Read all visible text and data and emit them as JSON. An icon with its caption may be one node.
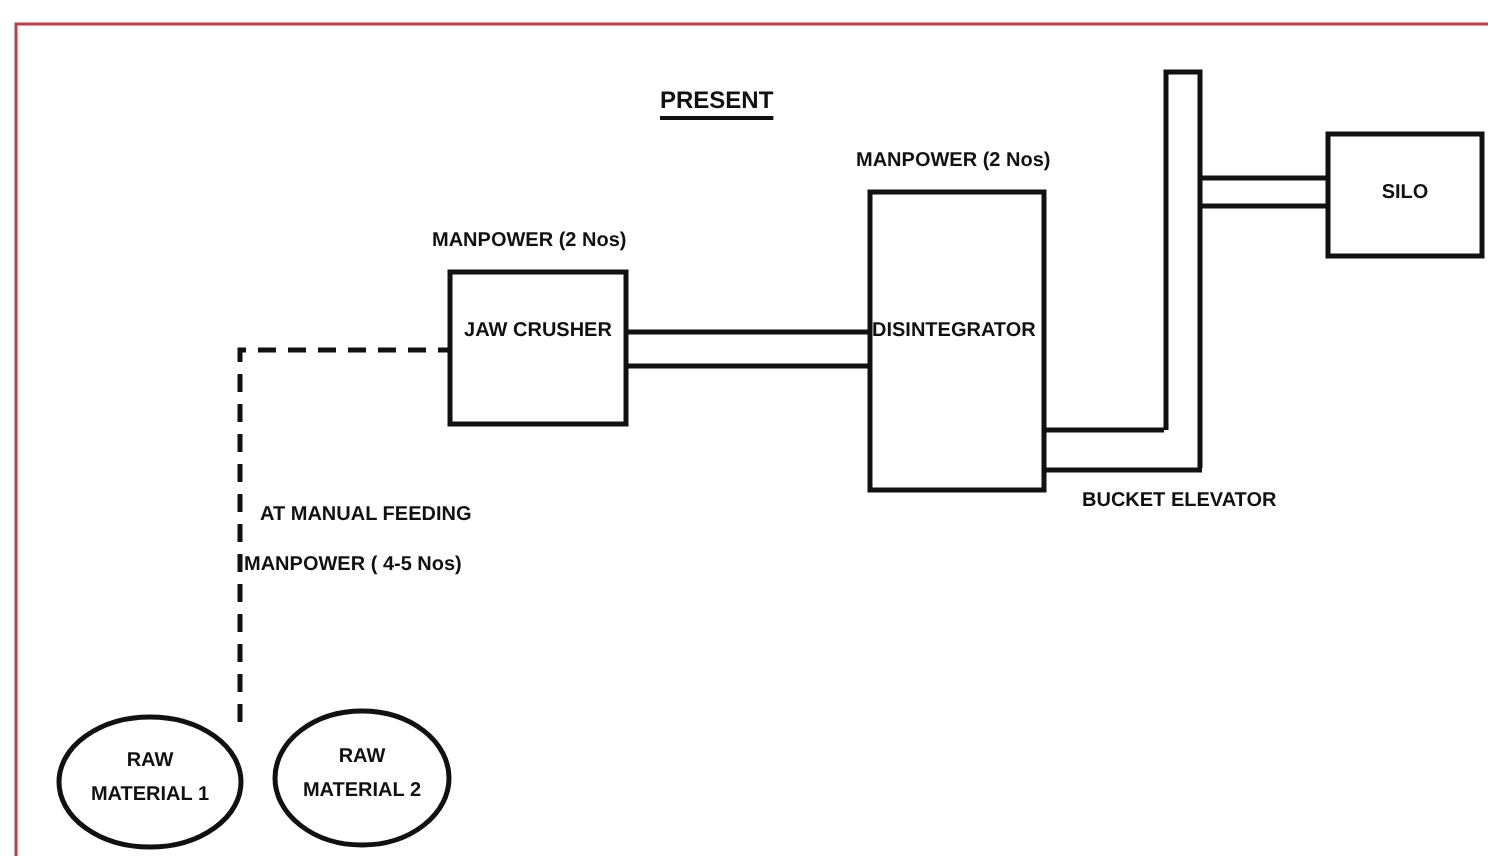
{
  "diagram": {
    "title": "PRESENT",
    "nodes": [
      {
        "text": [
          "JAW CRUSHER"
        ],
        "beside": [
          "MANPOWER (2 Nos)"
        ]
      },
      {
        "text": [
          "DISINTEGRATOR"
        ],
        "beside": [
          "MANPOWER (2 Nos)"
        ]
      },
      {
        "text": [],
        "shape": "bar",
        "beside": [
          "BUCKET ELEVATOR"
        ]
      },
      {
        "text": [
          "SILO"
        ]
      },
      {
        "text": [
          "RAW MATERIAL 1"
        ]
      },
      {
        "text": [
          "RAW MATERIAL 2"
        ]
      }
    ],
    "edges": [
      {
        "from": 4,
        "to": 0,
        "arrow": "none",
        "style": "dashed"
      },
      {
        "from": 0,
        "to": 1,
        "arrow": "none"
      },
      {
        "from": 1,
        "to": 2,
        "arrow": "none"
      },
      {
        "from": 2,
        "to": 3,
        "arrow": "none"
      }
    ],
    "labels": [
      "AT MANUAL FEEDING",
      "MANPOWER ( 4-5 Nos)"
    ]
  }
}
